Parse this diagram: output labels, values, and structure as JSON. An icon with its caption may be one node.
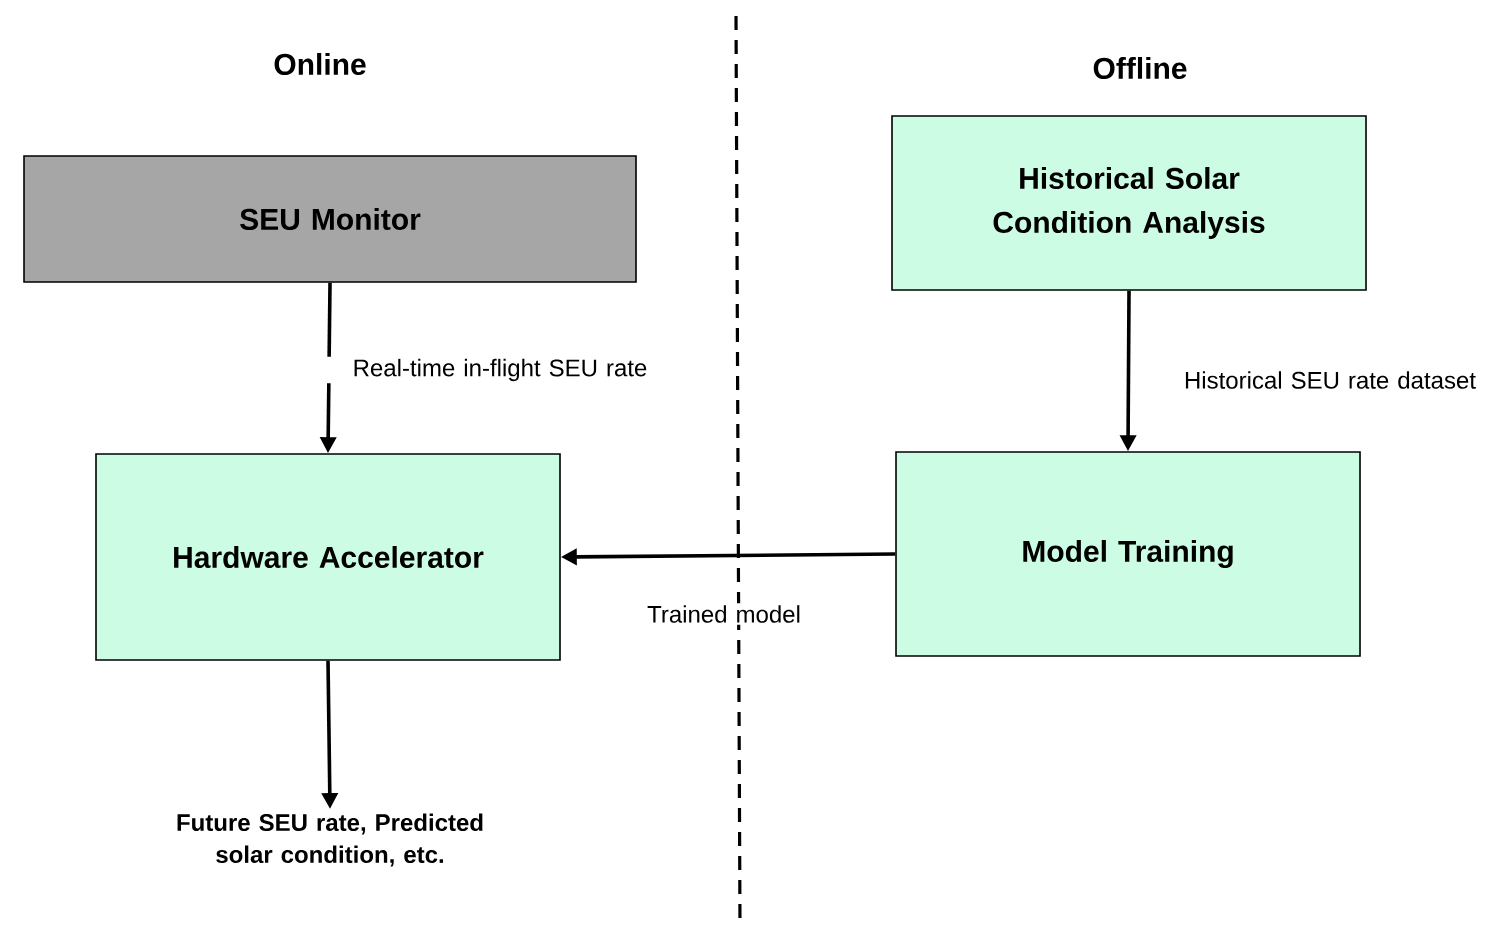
{
  "diagram": {
    "nodes": [
      {
        "text": [
          "SEU Monitor"
        ]
      },
      {
        "text": [
          "Hardware Accelerator"
        ]
      },
      {
        "text": [
          "Historical Solar Condition Analysis"
        ]
      },
      {
        "text": [
          "Model Training"
        ]
      },
      {
        "text": [
          "Future SEU rate, Predicted solar condition, etc."
        ]
      }
    ],
    "edges": [
      {
        "from": 0,
        "to": 1,
        "arrow": "to",
        "label": "Real-time in-flight SEU rate"
      },
      {
        "from": 2,
        "to": 3,
        "arrow": "to",
        "label": "Historical SEU rate dataset"
      },
      {
        "from": 3,
        "to": 1,
        "arrow": "to",
        "label": "Trained model"
      },
      {
        "from": 1,
        "to": 4,
        "arrow": "to"
      }
    ],
    "labels": [
      "Online",
      "Offline"
    ]
  }
}
